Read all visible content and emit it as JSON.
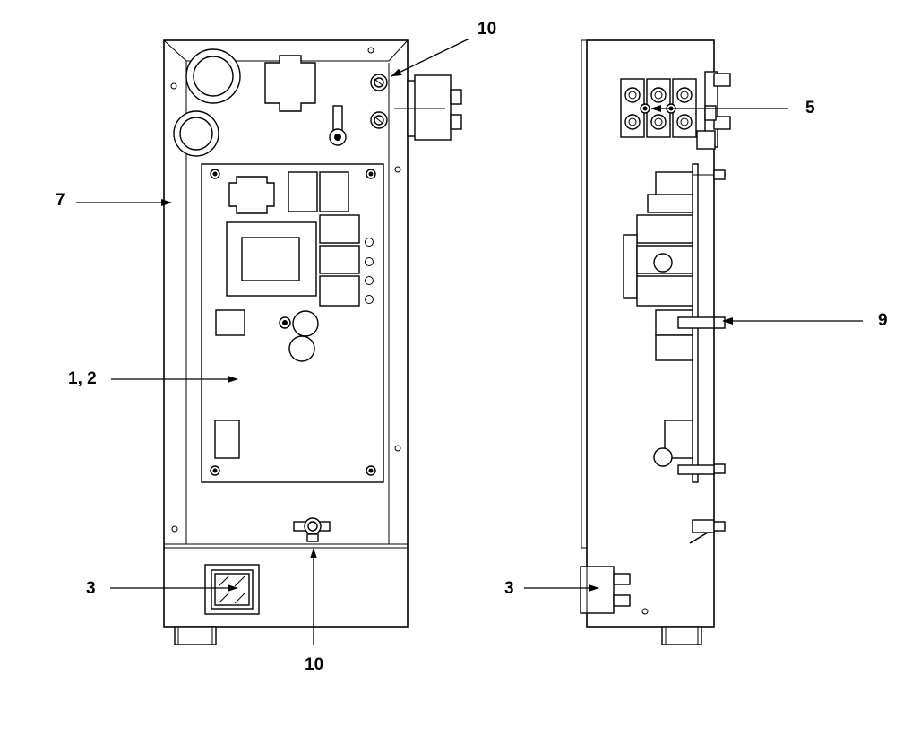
{
  "callouts": {
    "top_front": "10",
    "left_front": "7",
    "board_front": "1, 2",
    "switch_front": "3",
    "bottom_front": "10",
    "terminal_side": "5",
    "standoff_side": "9",
    "switch_side": "3"
  }
}
